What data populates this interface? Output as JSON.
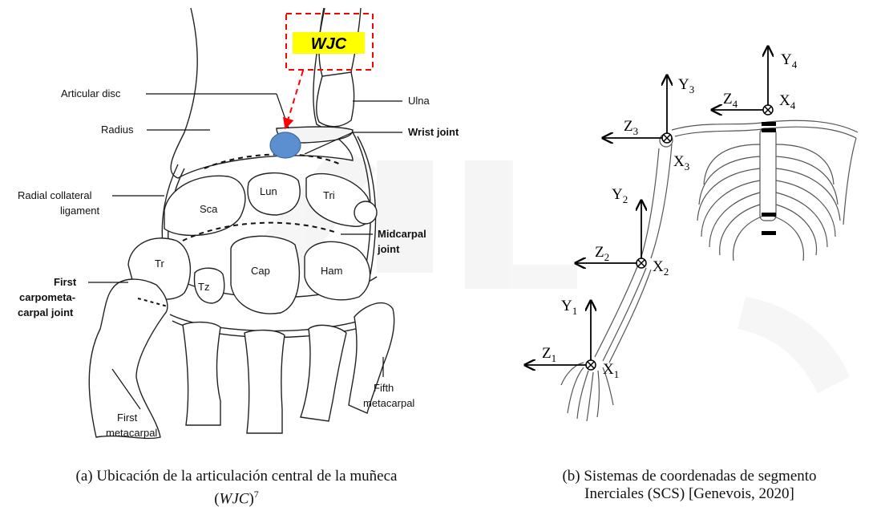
{
  "left_panel": {
    "wjc_label": "WJC",
    "labels": {
      "articular_disc": "Articular disc",
      "radius": "Radius",
      "ulna": "Ulna",
      "wrist_joint": "Wrist joint",
      "radial_collateral_1": "Radial collateral",
      "radial_collateral_2": "ligament",
      "midcarpal_1": "Midcarpal",
      "midcarpal_2": "joint",
      "first_cmc_1": "First",
      "first_cmc_2": "carpometa-",
      "first_cmc_3": "carpal joint",
      "first_metacarpal_1": "First",
      "first_metacarpal_2": "metacarpal",
      "fifth_metacarpal_1": "Fifth",
      "fifth_metacarpal_2": "metacarpal"
    },
    "bones": {
      "sca": "Sca",
      "lun": "Lun",
      "tri": "Tri",
      "tr": "Tr",
      "tz": "Tz",
      "cap": "Cap",
      "ham": "Ham"
    },
    "caption_line1": "(a) Ubicación de la articulación central de la muñeca",
    "caption_line2_open": "(",
    "caption_line2_italic": "WJC",
    "caption_line2_close": ")",
    "caption_sup": "7"
  },
  "right_panel": {
    "axes": {
      "y1": "Y",
      "y1_sub": "1",
      "z1": "Z",
      "z1_sub": "1",
      "x1": "X",
      "x1_sub": "1",
      "y2": "Y",
      "y2_sub": "2",
      "z2": "Z",
      "z2_sub": "2",
      "x2": "X",
      "x2_sub": "2",
      "y3": "Y",
      "y3_sub": "3",
      "z3": "Z",
      "z3_sub": "3",
      "x3": "X",
      "x3_sub": "3",
      "y4": "Y",
      "y4_sub": "4",
      "z4": "Z",
      "z4_sub": "4",
      "x4": "X",
      "x4_sub": "4"
    },
    "caption_line1": "(b) Sistemas de coordenadas de segmento",
    "caption_line2": "Inerciales (SCS) [Genevois, 2020]"
  },
  "colors": {
    "wjc_fill": "#ffff00",
    "wjc_border": "#ff0000",
    "wjc_circle": "#5b8fd0",
    "watermark": "#e8e8e8"
  }
}
